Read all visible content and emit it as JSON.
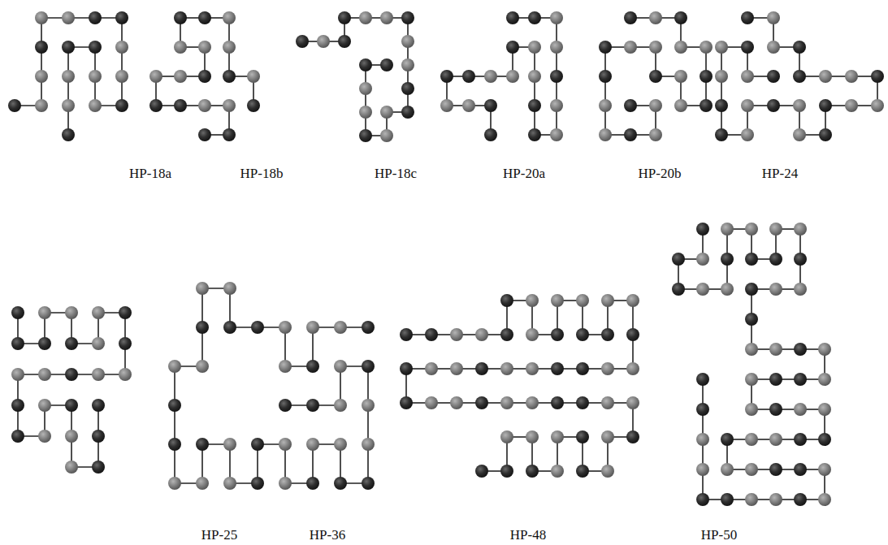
{
  "diagram": {
    "labels": [
      "HP-18a",
      "HP-18b",
      "HP-18c",
      "HP-20a",
      "HP-20b",
      "HP-24",
      "HP-25",
      "HP-36",
      "HP-48",
      "HP-50"
    ]
  }
}
